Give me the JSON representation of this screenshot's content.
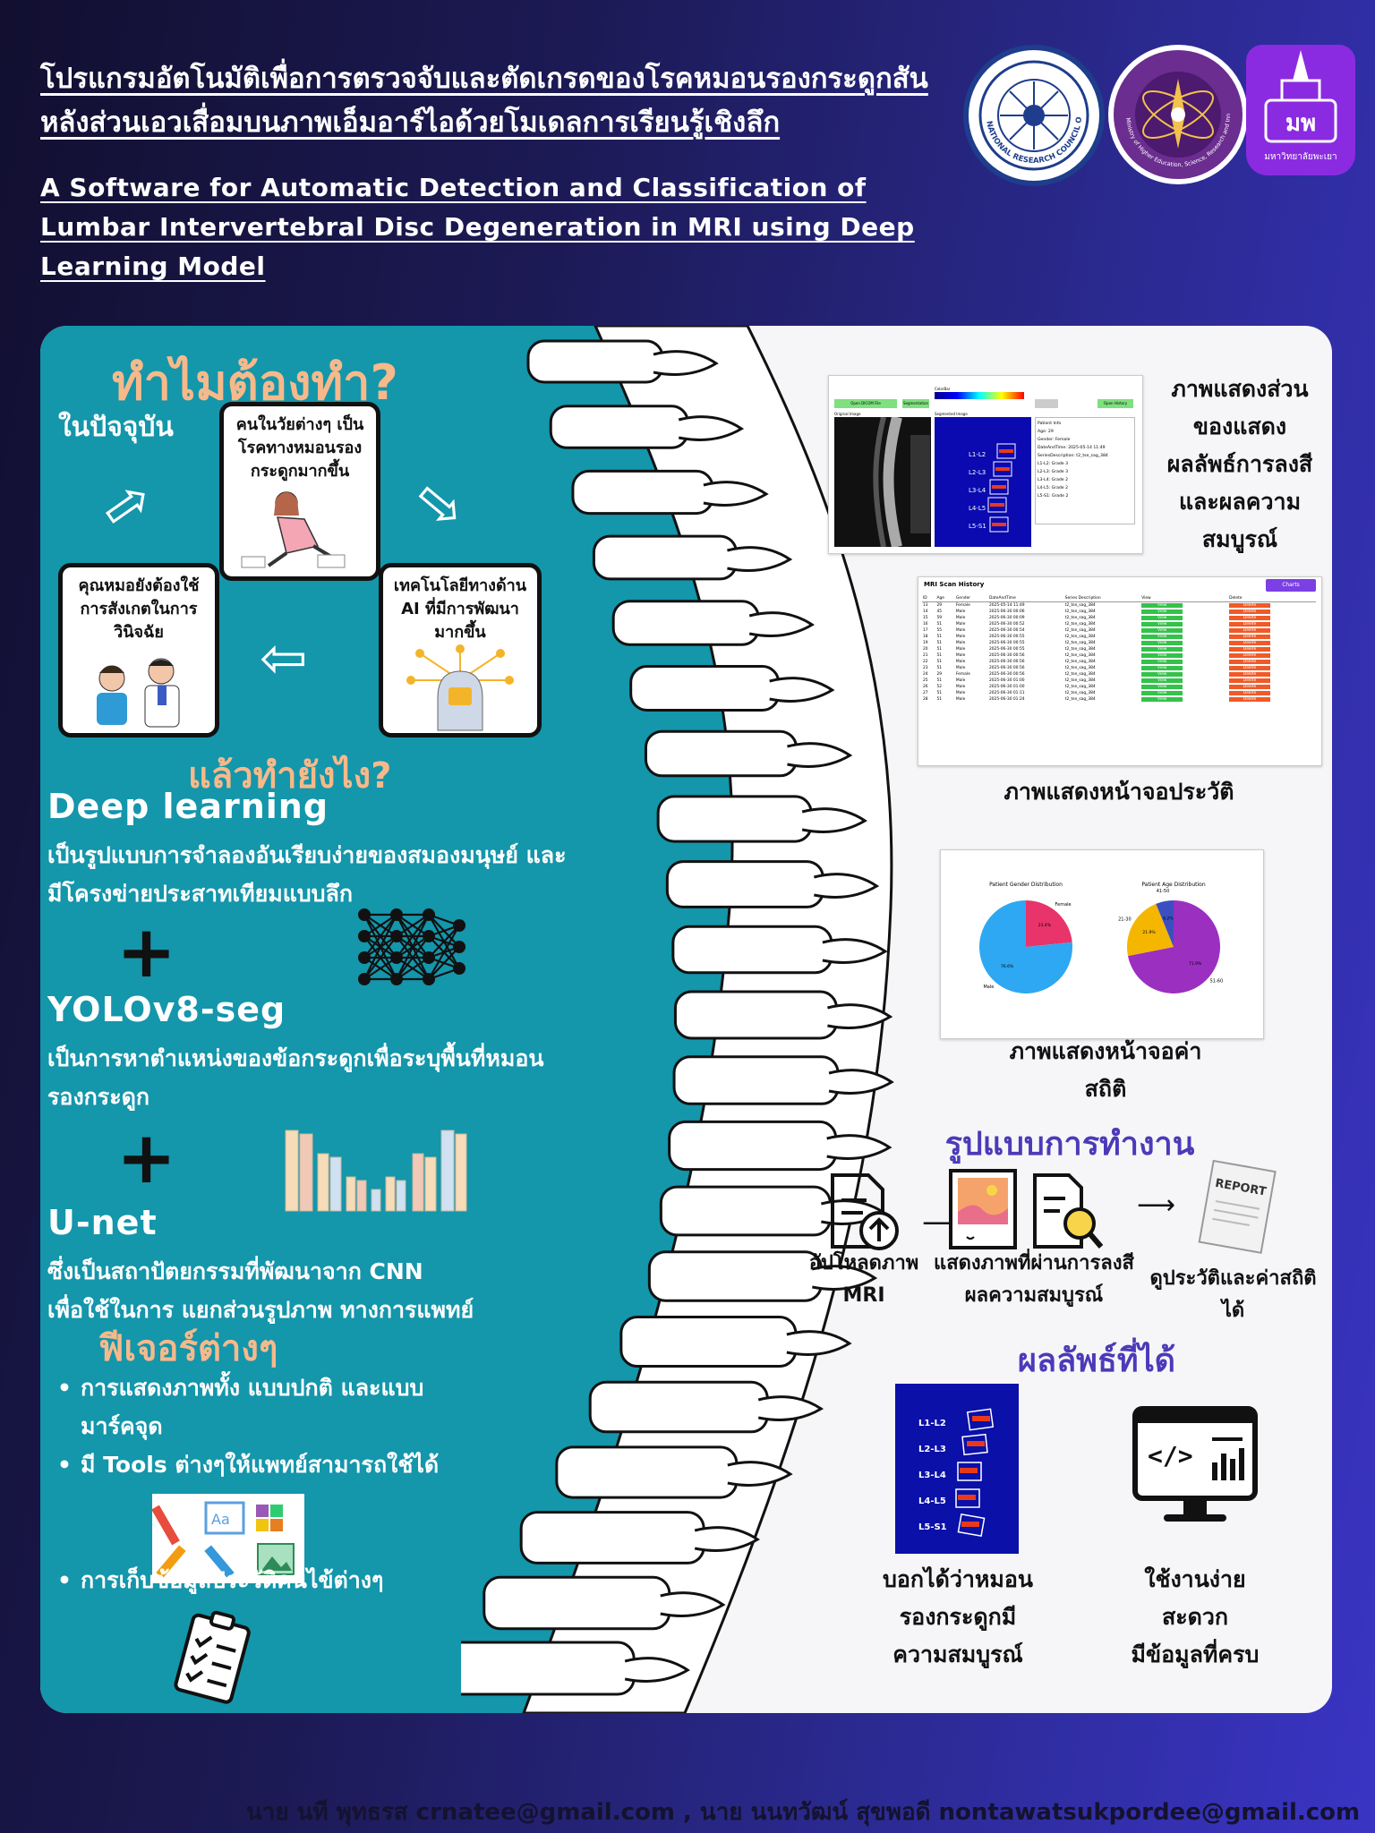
{
  "header": {
    "title_th_line1": "โปรแกรมอัตโนมัติเพื่อการตรวจจับและตัดเกรดของโรคหมอนรองกระดูกสัน",
    "title_th_line2": "หลังส่วนเอวเสื่อมบนภาพเอ็มอาร์ไอด้วยโมเดลการเรียนรู้เชิงลึก",
    "title_en_line1": "A Software for Automatic Detection and Classification of",
    "title_en_line2": "Lumbar Intervertebral Disc Degeneration in MRI using Deep",
    "title_en_line3": "Learning Model"
  },
  "logos": {
    "nrct_text": "NATIONAL RESEARCH COUNCIL OF THAILAND",
    "mhesi_text": "Ministry of Higher Education, Science, Research and Innovation",
    "mju_text": "มหาวิทยาลัยพะเยา",
    "mju_short": "มพ"
  },
  "left": {
    "why_heading": "ทำไมต้องทำ?",
    "now_label": "ในปัจจุบัน",
    "card1": "คนในวัยต่างๆ เป็นโรคทางหมอนรองกระดูกมากขึ้น",
    "card2": "คุณหมอยังต้องใช้การสังเกตในการวินิจฉัย",
    "card3": "เทคโนโลยีทางด้าน AI ที่มีการพัฒนามากขึ้น",
    "how_heading": "แล้วทำยังไง?",
    "dl_heading": "Deep learning",
    "dl_text_1": "เป็นรูปแบบการจำลองอันเรียบง่ายของสมองมนุษย์ และ",
    "dl_text_2": "มีโครงข่ายประสาทเทียมแบบลึก",
    "yolo_heading": "YOLOv8-seg",
    "yolo_text_1": "เป็นการหาตำแหน่งของข้อกระดูกเพื่อระบุพื้นที่หมอน",
    "yolo_text_2": "รองกระดูก",
    "unet_heading": "U-net",
    "unet_text_1": "ซึ่งเป็นสถาปัตยกรรมที่พัฒนาจาก CNN",
    "unet_text_2": "เพื่อใช้ในการ แยกส่วนรูปภาพ ทางการแพทย์",
    "features_heading": "ฟีเจอร์ต่างๆ",
    "feature_1a": "การแสดงภาพทั้ง แบบปกติ และแบบ",
    "feature_1b": "มาร์คจุด",
    "feature_2": "มี Tools ต่างๆให้แพทย์สามารถใช้ได้",
    "feature_3": "การเก็บข้อมูลประวัติคนไข้ต่างๆ"
  },
  "right": {
    "caption_segment": "ภาพแสดงส่วนของแสดงผลลัพธ์การลงสีและผลความสมบูรณ์",
    "caption_segment_l1": "ภาพแสดงส่วน",
    "caption_segment_l2": "ของแสดง",
    "caption_segment_l3": "ผลลัพธ์การลงสี",
    "caption_segment_l4": "และผลความ",
    "caption_segment_l5": "สมบูรณ์",
    "caption_history": "ภาพแสดงหน้าจอประวัติ",
    "caption_stats_l1": "ภาพแสดงหน้าจอค่า",
    "caption_stats_l2": "สถิติ",
    "workflow_heading": "รูปแบบการทำงาน",
    "step1_l1": "อัปโหลดภาพ",
    "step1_l2": "MRI",
    "step2_l1": "แสดงภาพที่ผ่านการลงสี",
    "step2_l2": "ผลความสมบูรณ์",
    "step3": "ดูประวัติและค่าสถิติได้",
    "report_label": "REPORT",
    "results_heading": "ผลลัพธ์ที่ได้",
    "result1_l1": "บอกได้ว่าหมอน",
    "result1_l2": "รองกระดูกมี",
    "result1_l3": "ความสมบูรณ์",
    "result2_l1": "ใช้งานง่าย",
    "result2_l2": "สะดวก",
    "result2_l3": "มีข้อมูลที่ครบ"
  },
  "app_seg": {
    "btn_open": "Open DICOM File",
    "btn_seg": "Segmentation",
    "btn_history": "Open History",
    "panel_original": "Original Image",
    "panel_segmented": "Segmented Image",
    "colorbar_label": "ColorBar",
    "info_lines": [
      "Patient Info",
      "Age: 29",
      "Gender: Female",
      "DateAndTime: 2025-05-14 11:49",
      "SeriesDescription: t2_tse_sag_384"
    ],
    "levels": [
      "L1-L2",
      "L2-L3",
      "L3-L4",
      "L4-L5",
      "L5-S1"
    ],
    "grades": [
      "L1-L2: Grade 3",
      "L2-L3: Grade 3",
      "L3-L4: Grade 2",
      "L4-L5: Grade 2",
      "L5-S1: Grade 2"
    ]
  },
  "app_history": {
    "title": "MRI Scan History",
    "charts_btn": "Charts",
    "columns": [
      "ID",
      "Age",
      "Gender",
      "DateAndTime",
      "Series Description",
      "View",
      "Delete"
    ],
    "rows": [
      [
        "13",
        "29",
        "Female",
        "2025-05-14 11:49",
        "t2_tse_sag_384"
      ],
      [
        "14",
        "45",
        "Male",
        "2025-06-30 00:06",
        "t2_tse_sag_384"
      ],
      [
        "15",
        "59",
        "Male",
        "2025-06-30 00:09",
        "t2_tse_sag_384"
      ],
      [
        "16",
        "51",
        "Male",
        "2025-06-30 00:52",
        "t2_tse_sag_384"
      ],
      [
        "17",
        "55",
        "Male",
        "2025-06-30 00:54",
        "t2_tse_sag_384"
      ],
      [
        "18",
        "51",
        "Male",
        "2025-06-30 00:55",
        "t2_tse_sag_384"
      ],
      [
        "19",
        "51",
        "Male",
        "2025-06-30 00:55",
        "t2_tse_sag_384"
      ],
      [
        "20",
        "51",
        "Male",
        "2025-06-30 00:55",
        "t2_tse_sag_384"
      ],
      [
        "21",
        "51",
        "Male",
        "2025-06-30 00:56",
        "t2_tse_sag_384"
      ],
      [
        "22",
        "51",
        "Male",
        "2025-06-30 00:56",
        "t2_tse_sag_384"
      ],
      [
        "23",
        "51",
        "Male",
        "2025-06-30 00:56",
        "t2_tse_sag_384"
      ],
      [
        "24",
        "29",
        "Female",
        "2025-06-30 00:56",
        "t2_tse_sag_384"
      ],
      [
        "25",
        "51",
        "Male",
        "2025-06-30 01:00",
        "t2_tse_sag_384"
      ],
      [
        "26",
        "52",
        "Male",
        "2025-06-30 01:00",
        "t2_tse_sag_384"
      ],
      [
        "27",
        "51",
        "Male",
        "2025-06-30 01:11",
        "t2_tse_sag_384"
      ],
      [
        "28",
        "51",
        "Male",
        "2025-06-30 01:24",
        "t2_tse_sag_384"
      ]
    ],
    "view_label": "View",
    "delete_label": "Delete"
  },
  "app_stats": {
    "title": "Patient Age Distribution",
    "gender_title": "Patient Gender Distribution",
    "age_title": "Patient Age Distribution"
  },
  "chart_data": [
    {
      "type": "pie",
      "title": "Patient Gender Distribution",
      "categories": [
        "Female",
        "Male"
      ],
      "values": [
        23.4,
        76.6
      ],
      "colors": [
        "#e8336b",
        "#2ea8f2"
      ]
    },
    {
      "type": "pie",
      "title": "Patient Age Distribution",
      "categories": [
        "51-60",
        "21-30",
        "41-50"
      ],
      "values": [
        71.9,
        21.9,
        6.2
      ],
      "colors": [
        "#9b2fc0",
        "#f5b600",
        "#3b4fc0"
      ]
    }
  ],
  "footer": {
    "text": "นาย นที พุทธรส crnatee@gmail.com , นาย นนทวัฒน์ สุขพอดี nontawatsukpordee@gmail.com"
  },
  "colors": {
    "teal": "#1496ab",
    "peach": "#f7b98a",
    "purple_heading": "#4b3ab8",
    "panel_bg": "#f6f6f8"
  }
}
